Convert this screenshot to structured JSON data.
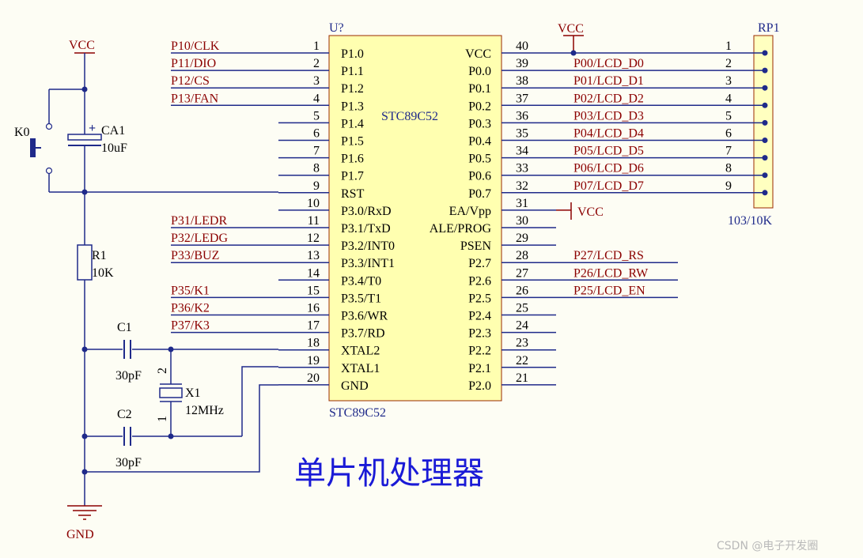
{
  "chip": {
    "ref": "U?",
    "name": "STC89C52",
    "bottom_label": "STC89C52",
    "left_pins": [
      {
        "num": "1",
        "name": "P1.0",
        "net": "P10/CLK"
      },
      {
        "num": "2",
        "name": "P1.1",
        "net": "P11/DIO"
      },
      {
        "num": "3",
        "name": "P1.2",
        "net": "P12/CS"
      },
      {
        "num": "4",
        "name": "P1.3",
        "net": "P13/FAN"
      },
      {
        "num": "5",
        "name": "P1.4",
        "net": ""
      },
      {
        "num": "6",
        "name": "P1.5",
        "net": ""
      },
      {
        "num": "7",
        "name": "P1.6",
        "net": ""
      },
      {
        "num": "8",
        "name": "P1.7",
        "net": ""
      },
      {
        "num": "9",
        "name": "RST",
        "net": ""
      },
      {
        "num": "10",
        "name": "P3.0/RxD",
        "net": ""
      },
      {
        "num": "11",
        "name": "P3.1/TxD",
        "net": "P31/LEDR"
      },
      {
        "num": "12",
        "name": "P3.2/INT0",
        "net": "P32/LEDG"
      },
      {
        "num": "13",
        "name": "P3.3/INT1",
        "net": "P33/BUZ"
      },
      {
        "num": "14",
        "name": "P3.4/T0",
        "net": ""
      },
      {
        "num": "15",
        "name": "P3.5/T1",
        "net": "P35/K1"
      },
      {
        "num": "16",
        "name": "P3.6/WR",
        "net": "P36/K2"
      },
      {
        "num": "17",
        "name": "P3.7/RD",
        "net": "P37/K3"
      },
      {
        "num": "18",
        "name": "XTAL2",
        "net": ""
      },
      {
        "num": "19",
        "name": "XTAL1",
        "net": ""
      },
      {
        "num": "20",
        "name": "GND",
        "net": ""
      }
    ],
    "right_pins": [
      {
        "num": "40",
        "name": "VCC",
        "net": ""
      },
      {
        "num": "39",
        "name": "P0.0",
        "net": "P00/LCD_D0"
      },
      {
        "num": "38",
        "name": "P0.1",
        "net": "P01/LCD_D1"
      },
      {
        "num": "37",
        "name": "P0.2",
        "net": "P02/LCD_D2"
      },
      {
        "num": "36",
        "name": "P0.3",
        "net": "P03/LCD_D3"
      },
      {
        "num": "35",
        "name": "P0.4",
        "net": "P04/LCD_D4"
      },
      {
        "num": "34",
        "name": "P0.5",
        "net": "P05/LCD_D5"
      },
      {
        "num": "33",
        "name": "P0.6",
        "net": "P06/LCD_D6"
      },
      {
        "num": "32",
        "name": "P0.7",
        "net": "P07/LCD_D7"
      },
      {
        "num": "31",
        "name": "EA/Vpp",
        "net": ""
      },
      {
        "num": "30",
        "name": "ALE/PROG",
        "net": ""
      },
      {
        "num": "29",
        "name": "PSEN",
        "net": ""
      },
      {
        "num": "28",
        "name": "P2.7",
        "net": "P27/LCD_RS"
      },
      {
        "num": "27",
        "name": "P2.6",
        "net": "P26/LCD_RW"
      },
      {
        "num": "26",
        "name": "P2.5",
        "net": "P25/LCD_EN"
      },
      {
        "num": "25",
        "name": "P2.4",
        "net": ""
      },
      {
        "num": "24",
        "name": "P2.3",
        "net": ""
      },
      {
        "num": "23",
        "name": "P2.2",
        "net": ""
      },
      {
        "num": "22",
        "name": "P2.1",
        "net": ""
      },
      {
        "num": "21",
        "name": "P2.0",
        "net": ""
      }
    ]
  },
  "power": {
    "vcc_left": "VCC",
    "vcc_top": "VCC",
    "vcc_ea": "VCC",
    "gnd": "GND"
  },
  "components": {
    "k0": "K0",
    "ca1_ref": "CA1",
    "ca1_val": "10uF",
    "ca1_plus": "+",
    "r1_ref": "R1",
    "r1_val": "10K",
    "c1_ref": "C1",
    "c1_val": "30pF",
    "c2_ref": "C2",
    "c2_val": "30pF",
    "x1_ref": "X1",
    "x1_val": "12MHz",
    "x1_pin2": "2",
    "x1_pin1": "1",
    "rp1_ref": "RP1",
    "rp1_val": "103/10K",
    "rp1_pins": [
      "1",
      "2",
      "3",
      "4",
      "5",
      "6",
      "7",
      "8",
      "9"
    ]
  },
  "title": "单片机处理器",
  "watermark": "CSDN @电子开发圈",
  "colors": {
    "wire": "#1f2a8a",
    "net_label": "#8b0000",
    "chip_fill": "#ffffb0",
    "connector_fill": "#ffffc0",
    "title": "#1a1ad6"
  }
}
